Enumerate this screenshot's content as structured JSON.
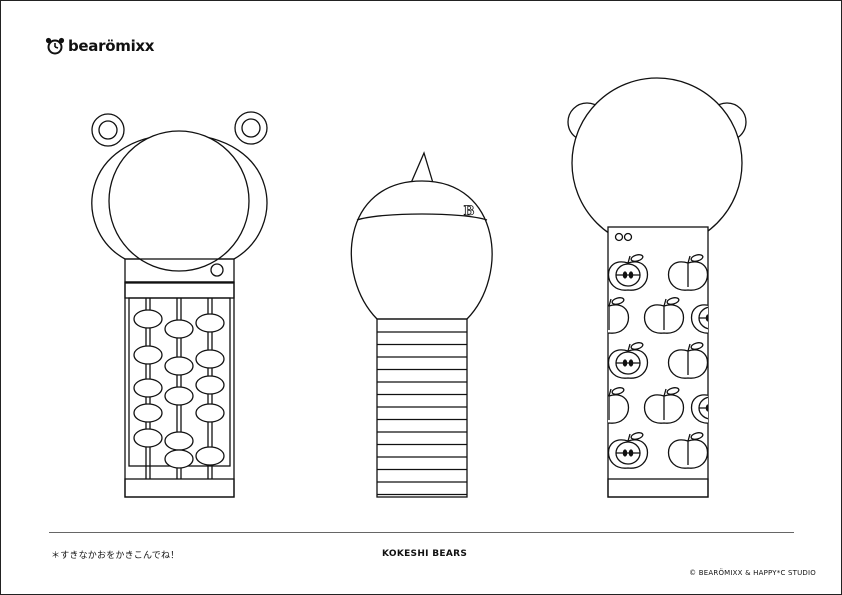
{
  "brand": {
    "name": "bearömixx",
    "icon": "bear-clock-icon"
  },
  "footer": {
    "note": "＊すきなかおをかきこんでね！",
    "title": "KOKESHI BEARS",
    "copyright": "© BEARÖMIXX & HAPPY*C STUDIO"
  },
  "figures": [
    {
      "id": "abacus-bear",
      "icon": "abacus-bear-outline"
    },
    {
      "id": "striped-kokeshi",
      "icon": "striped-kokeshi-outline",
      "badge": "B"
    },
    {
      "id": "apple-bear",
      "icon": "apple-bear-outline"
    }
  ],
  "colors": {
    "line": "#111111",
    "background": "#ffffff"
  }
}
